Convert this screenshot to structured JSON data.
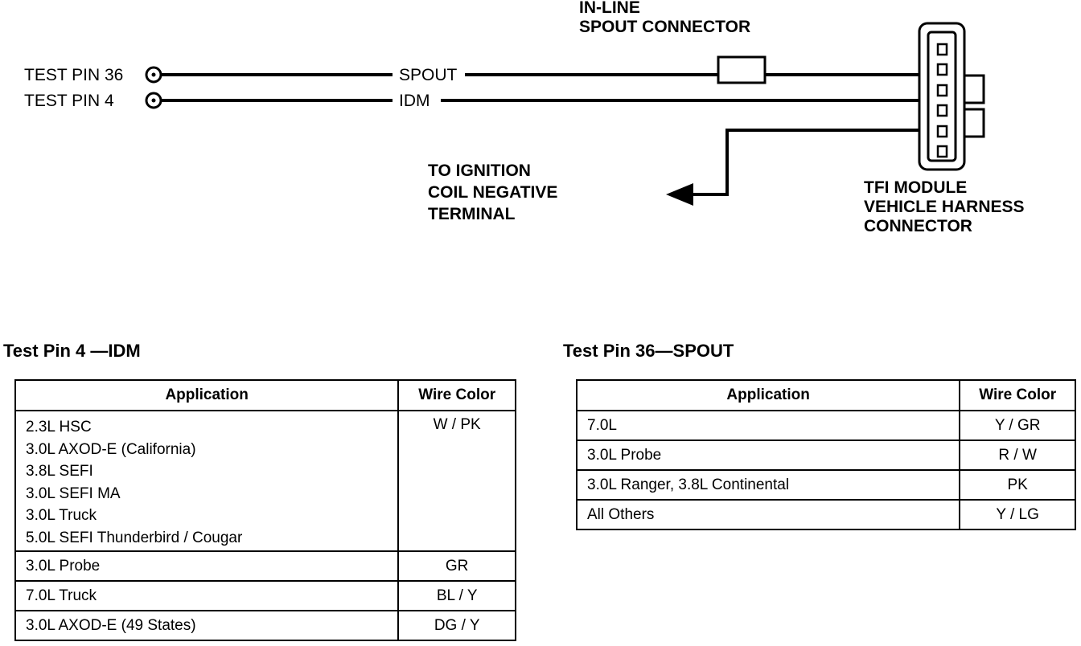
{
  "diagram": {
    "inline_label": [
      "IN-LINE",
      "SPOUT CONNECTOR"
    ],
    "pin36_label": "TEST PIN 36",
    "pin4_label": "TEST PIN 4",
    "spout_wire_label": "SPOUT",
    "idm_wire_label": "IDM",
    "ignition_label": [
      "TO IGNITION",
      "COIL NEGATIVE",
      "TERMINAL"
    ],
    "tfi_label": [
      "TFI MODULE",
      "VEHICLE HARNESS",
      "CONNECTOR"
    ]
  },
  "idm_table": {
    "title": "Test Pin 4 —IDM",
    "headers": [
      "Application",
      "Wire Color"
    ],
    "rows": [
      {
        "apps": [
          "2.3L HSC",
          "3.0L AXOD-E (California)",
          "3.8L SEFI",
          "3.0L SEFI MA",
          "3.0L Truck",
          "5.0L SEFI Thunderbird / Cougar"
        ],
        "color": "W / PK"
      },
      {
        "apps": [
          "3.0L Probe"
        ],
        "color": "GR"
      },
      {
        "apps": [
          "7.0L Truck"
        ],
        "color": "BL / Y"
      },
      {
        "apps": [
          "3.0L AXOD-E (49 States)"
        ],
        "color": "DG / Y"
      }
    ]
  },
  "spout_table": {
    "title": "Test Pin 36—SPOUT",
    "headers": [
      "Application",
      "Wire Color"
    ],
    "rows": [
      {
        "apps": [
          "7.0L"
        ],
        "color": "Y / GR"
      },
      {
        "apps": [
          "3.0L Probe"
        ],
        "color": "R / W"
      },
      {
        "apps": [
          "3.0L Ranger, 3.8L Continental"
        ],
        "color": "PK"
      },
      {
        "apps": [
          "All Others"
        ],
        "color": "Y / LG"
      }
    ]
  }
}
